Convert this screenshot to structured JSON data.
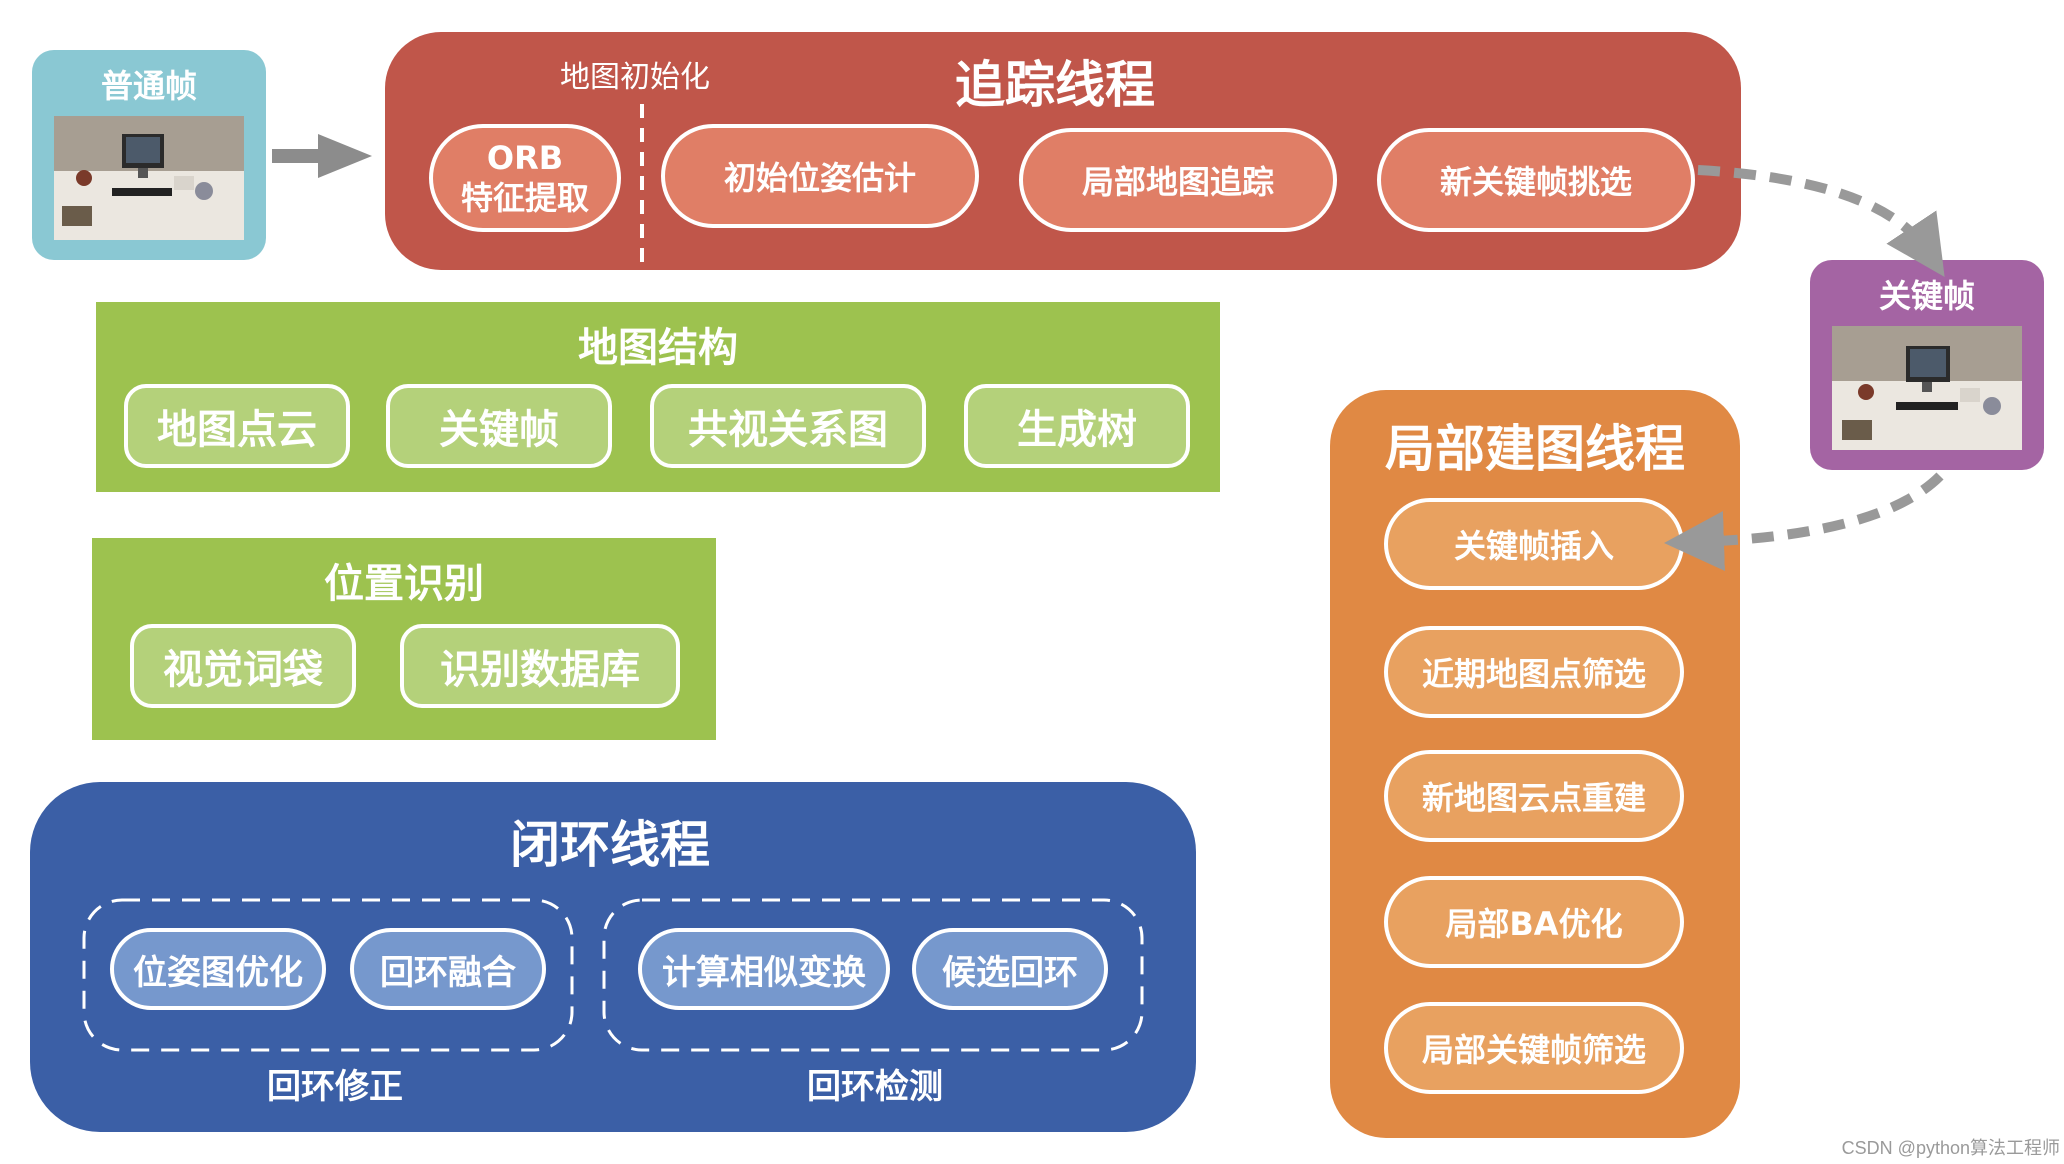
{
  "frame_normal": {
    "title": "普通帧"
  },
  "tracking": {
    "title": "追踪线程",
    "init_label": "地图初始化",
    "orb_line1": "ORB",
    "orb_line2": "特征提取",
    "steps": [
      "初始位姿估计",
      "局部地图追踪",
      "新关键帧挑选"
    ]
  },
  "keyframe": {
    "title": "关键帧"
  },
  "map_structure": {
    "title": "地图结构",
    "items": [
      "地图点云",
      "关键帧",
      "共视关系图",
      "生成树"
    ]
  },
  "place_recognition": {
    "title": "位置识别",
    "items": [
      "视觉词袋",
      "识别数据库"
    ]
  },
  "loop_closing": {
    "title": "闭环线程",
    "correction_items": [
      "位姿图优化",
      "回环融合"
    ],
    "detection_items": [
      "计算相似变换",
      "候选回环"
    ],
    "correction_label": "回环修正",
    "detection_label": "回环检测"
  },
  "local_mapping": {
    "title": "局部建图线程",
    "steps": [
      "关键帧插入",
      "近期地图点筛选",
      "新地图云点重建",
      "局部BA优化",
      "局部关键帧筛选"
    ]
  },
  "watermark": "CSDN @python算法工程师",
  "colors": {
    "tracking": "#c0564a",
    "map_structure": "#9dc24f",
    "loop_closing": "#3b5fa6",
    "local_mapping": "#e08944",
    "frame_normal": "#8ac8d3",
    "keyframe": "#a464a3",
    "arrow": "#999999"
  }
}
